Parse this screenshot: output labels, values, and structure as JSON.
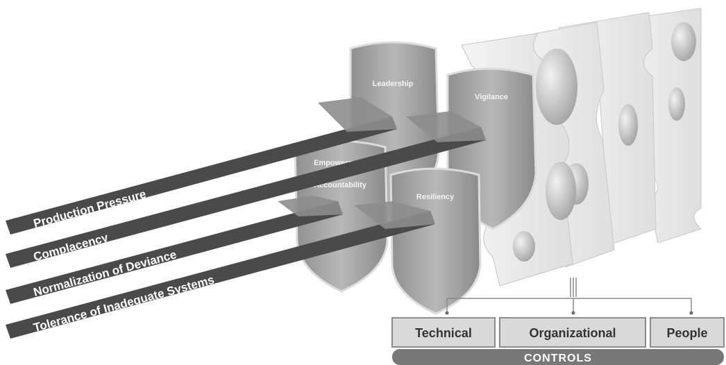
{
  "threats": [
    "Production Pressure",
    "Complacency",
    "Normalization of Deviance",
    "Tolerance of Inadequate Systems"
  ],
  "barriers": {
    "leadership": "Leadership",
    "vigilance": "Vigilance",
    "empowerment": [
      "Empowerment",
      "&",
      "Accountability"
    ],
    "resiliency": "Resiliency"
  },
  "controls": {
    "label": "CONTROLS",
    "categories": [
      "Technical",
      "Organizational",
      "People"
    ]
  },
  "colors": {
    "arrow_dark": "#4a4a4a",
    "shield_fill": "#a6a6a6",
    "slice_fill": "#ececec",
    "controls_bar": "#777777",
    "box_fill": "#d9d9d9"
  }
}
